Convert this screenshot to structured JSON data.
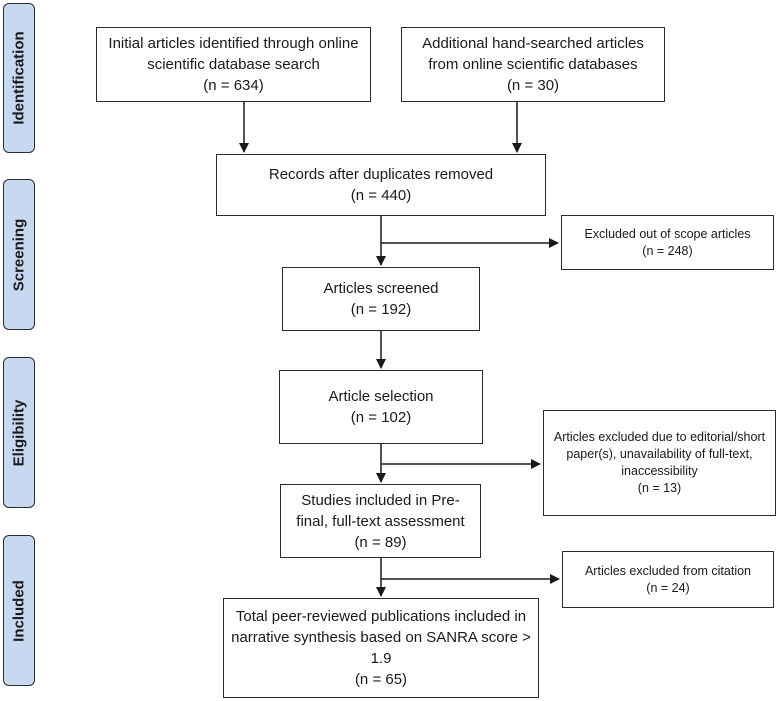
{
  "phases": {
    "identification": "Identification",
    "screening": "Screening",
    "eligibility": "Eligibility",
    "included": "Included"
  },
  "boxes": {
    "initial": {
      "text": "Initial articles identified through online scientific database search",
      "count": "(n = 634)"
    },
    "hand_searched": {
      "text": "Additional hand-searched articles from online scientific databases",
      "count": "(n = 30)"
    },
    "duplicates_removed": {
      "text": "Records after duplicates removed",
      "count": "(n = 440)"
    },
    "excluded_scope": {
      "text": "Excluded out of scope articles",
      "count": "(n = 248)"
    },
    "screened": {
      "text": "Articles screened",
      "count": "(n = 192)"
    },
    "selection": {
      "text": "Article selection",
      "count": "(n = 102)"
    },
    "excluded_editorial": {
      "text": "Articles excluded due to editorial/short paper(s), unavailability of full-text, inaccessibility",
      "count": "(n = 13)"
    },
    "prefinal": {
      "text": "Studies included in Pre-final, full-text assessment",
      "count": "(n = 89)"
    },
    "excluded_citation": {
      "text": "Articles excluded from citation",
      "count": "(n = 24)"
    },
    "total": {
      "text": "Total peer-reviewed publications included in narrative synthesis based on SANRA score > 1.9",
      "count": "(n = 65)"
    }
  }
}
